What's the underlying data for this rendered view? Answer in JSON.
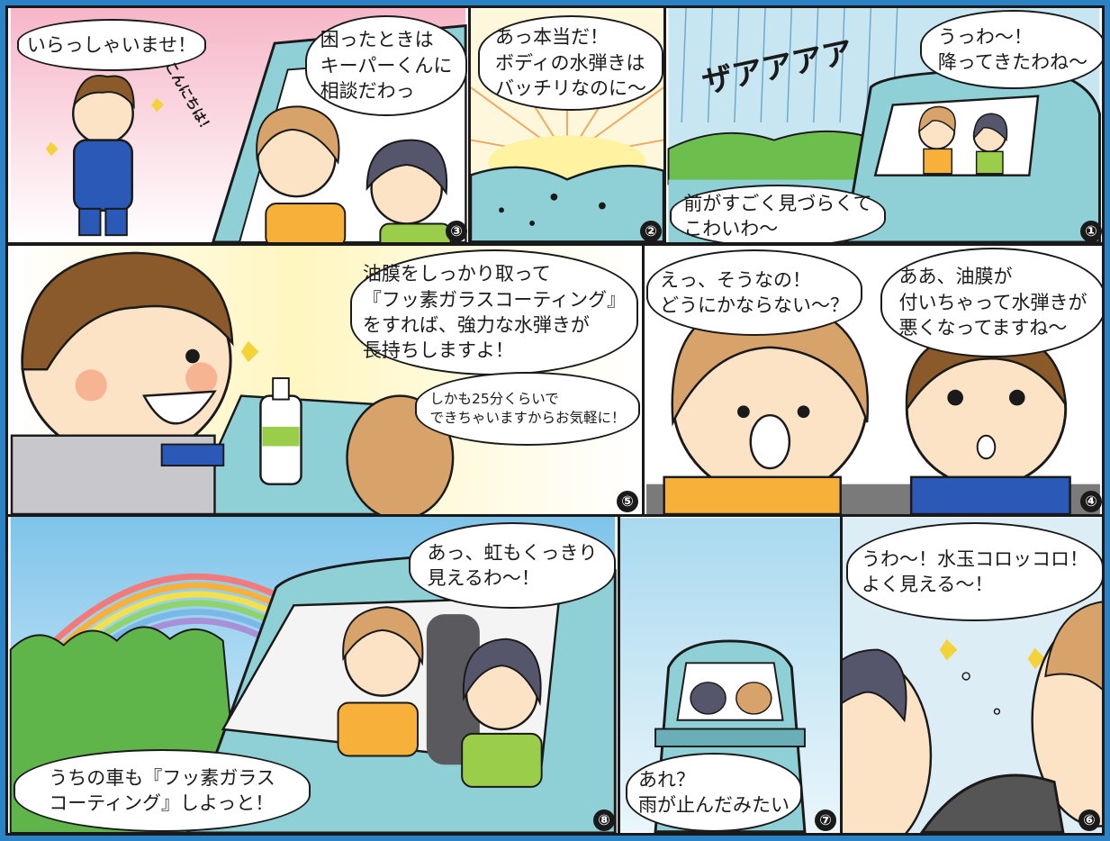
{
  "colors": {
    "frame": "#2b82c4",
    "car": "#8fcfd6",
    "rain_sky": "#c7e6f2",
    "sky": "#7fc4ea",
    "shirt_orange": "#f7b13a",
    "shirt_green": "#9acd4a",
    "uniform_blue": "#2b59b8"
  },
  "panels": {
    "p1": {
      "number": "①",
      "sfx": "ザアアアア",
      "bubble_top": "うっわ〜！\n降ってきたわね〜",
      "bubble_bottom": "前がすごく見づらくて\nこわいわ〜"
    },
    "p2": {
      "number": "②",
      "bubble": "あっ本当だ！\nボディの水弾きは\nバッチリなのに〜"
    },
    "p3": {
      "number": "③",
      "greeting": "いらっしゃいませ！",
      "sfx": "こんにちは！",
      "bubble": "困ったときは\nキーパーくんに\n相談だわっ"
    },
    "p4": {
      "number": "④",
      "bubble_left": "えっ、そうなの！\nどうにかならない〜？",
      "bubble_right": "ああ、油膜が\n付いちゃって水弾きが\n悪くなってますね〜"
    },
    "p5": {
      "number": "⑤",
      "bubble_main": "油膜をしっかり取って\n『フッ素ガラスコーティング』\nをすれば、強力な水弾きが\n長持ちしますよ！",
      "bubble_sub": "しかも25分くらいで\nできちゃいますからお気軽に！"
    },
    "p6": {
      "number": "⑥",
      "bubble": "うわ〜！水玉コロッコロ！\nよく見える〜！"
    },
    "p7": {
      "number": "⑦",
      "bubble": "あれ？\n雨が止んだみたい"
    },
    "p8": {
      "number": "⑧",
      "bubble_top": "あっ、虹もくっきり\n見えるわ〜！",
      "bubble_bottom": "うちの車も『フッ素ガラス\nコーティング』しよっと！"
    }
  }
}
